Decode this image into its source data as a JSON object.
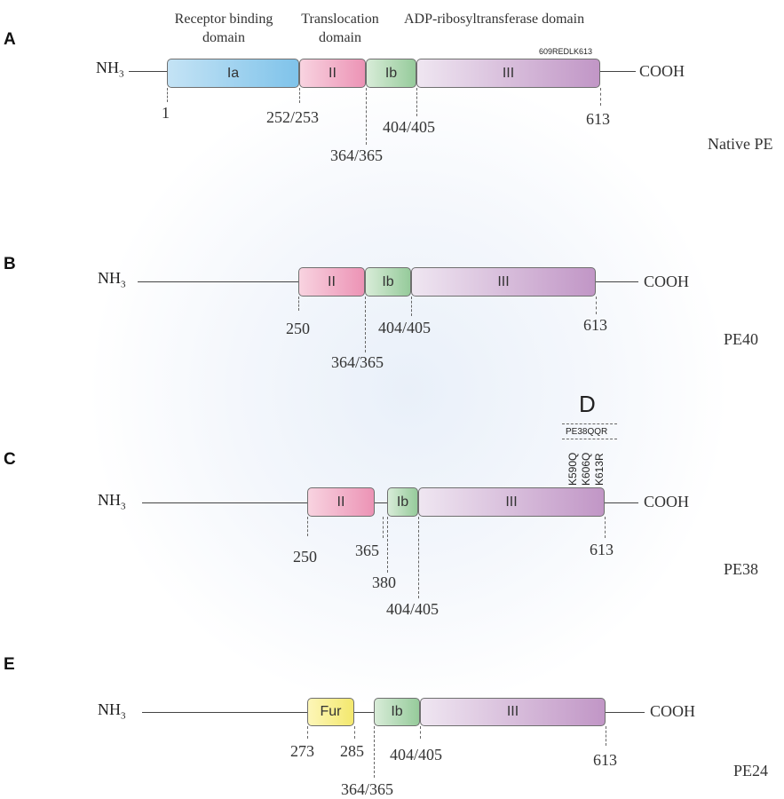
{
  "panels": {
    "a": {
      "letter": "A",
      "headers": {
        "receptor": "Receptor binding domain",
        "translocation": "Translocation domain",
        "adp": "ADP-ribosyltransferase domain"
      },
      "motif": "609REDLK613",
      "nh3": "NH",
      "nh3_sub": "3",
      "cooh": "COOH",
      "domains": {
        "ia": "Ia",
        "ii": "II",
        "ib": "Ib",
        "iii": "III"
      },
      "positions": {
        "p1": "1",
        "p2": "252/253",
        "p3": "364/365",
        "p4": "404/405",
        "p5": "613"
      },
      "name": "Native PE"
    },
    "b": {
      "letter": "B",
      "nh3": "NH",
      "nh3_sub": "3",
      "cooh": "COOH",
      "domains": {
        "ii": "II",
        "ib": "Ib",
        "iii": "III"
      },
      "positions": {
        "p1": "250",
        "p2": "364/365",
        "p3": "404/405",
        "p4": "613"
      },
      "name": "PE40"
    },
    "c": {
      "letter": "C",
      "d_label": "D",
      "variant": "PE38QQR",
      "mutations": [
        "K590Q",
        "K606Q",
        "K613R"
      ],
      "nh3": "NH",
      "nh3_sub": "3",
      "cooh": "COOH",
      "domains": {
        "ii": "II",
        "ib": "Ib",
        "iii": "III"
      },
      "positions": {
        "p1": "250",
        "p2": "365",
        "p3": "380",
        "p4": "404/405",
        "p5": "613"
      },
      "name": "PE38"
    },
    "e": {
      "letter": "E",
      "nh3": "NH",
      "nh3_sub": "3",
      "cooh": "COOH",
      "domains": {
        "fur": "Fur",
        "ib": "Ib",
        "iii": "III"
      },
      "positions": {
        "p1": "273",
        "p2": "285",
        "p3": "364/365",
        "p4": "404/405",
        "p5": "613"
      },
      "name": "PE24"
    }
  },
  "colors": {
    "ia": "#7fc3ea",
    "ii": "#ec93b5",
    "ib": "#96cb9b",
    "iii": "#c196c6",
    "fur": "#f3e86e"
  }
}
